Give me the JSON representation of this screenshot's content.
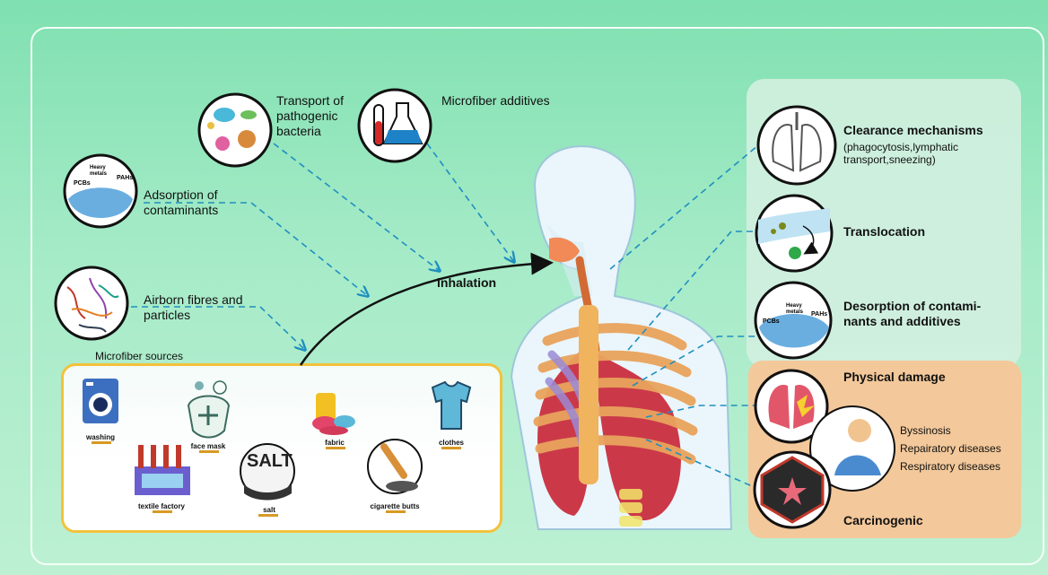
{
  "left": {
    "transport": "Transport of\npathogenic\nbacteria",
    "additives": "Microfiber additives",
    "adsorption": "Adsorption of\ncontaminants",
    "airborne": "Airborn fibres and\nparticles",
    "adsorption_icon_text": {
      "a": "PCBs",
      "b": "Heavy\nmetals",
      "c": "PAHs"
    }
  },
  "inhalation": "inhalation",
  "sources": {
    "title": "Microfiber sources",
    "items": [
      "washing",
      "face mask",
      "fabric",
      "clothes",
      "textile factory",
      "salt",
      "cigarette butts"
    ],
    "salt_jar_text": "SALT"
  },
  "right": {
    "clearance_title": "Clearance mechanisms",
    "clearance_detail": "(phagocytosis,lymphatic\ntransport,sneezing)",
    "translocation": "Translocation",
    "desorption": "Desorption of contami-\nnants and additives",
    "desorption_icon_text": {
      "a": "PCBs",
      "b": "Heavy\nmetals",
      "c": "PAHs"
    },
    "physical_damage": "Physical damage",
    "diseases": [
      "Byssinosis",
      "Repairatory diseases",
      "Respiratory diseases"
    ],
    "carcinogenic": "Carcinogenic"
  },
  "colors": {
    "dash": "#1f8fc0",
    "arrow": "#111111",
    "frame": "#f4fff8",
    "sources_border": "#f3c23c",
    "damage_panel": "#f3c89a"
  }
}
